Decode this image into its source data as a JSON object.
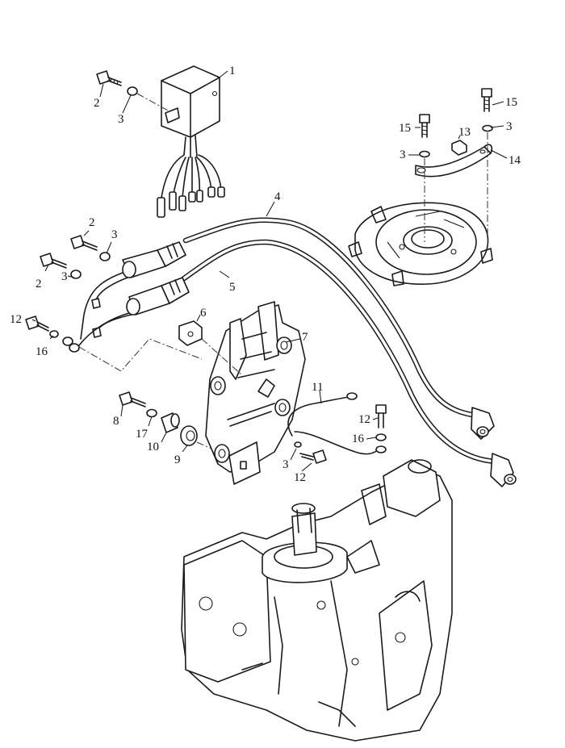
{
  "colors": {
    "line": "#1a1a1a",
    "background": "#ffffff"
  },
  "callouts": {
    "c1": "1",
    "c2a": "2",
    "c3a": "3",
    "c15a": "15",
    "c3b": "3",
    "c15b": "15",
    "c13": "13",
    "c3c": "3",
    "c14": "14",
    "c4": "4",
    "c2b": "2",
    "c3d": "3",
    "c2c": "2",
    "c3e": "3",
    "c5": "5",
    "c6": "6",
    "c7": "7",
    "c12a": "12",
    "c16a": "16",
    "c11": "11",
    "c8": "8",
    "c17": "17",
    "c10": "10",
    "c9": "9",
    "c12b": "12",
    "c16b": "16",
    "c3f": "3",
    "c12c": "12"
  }
}
